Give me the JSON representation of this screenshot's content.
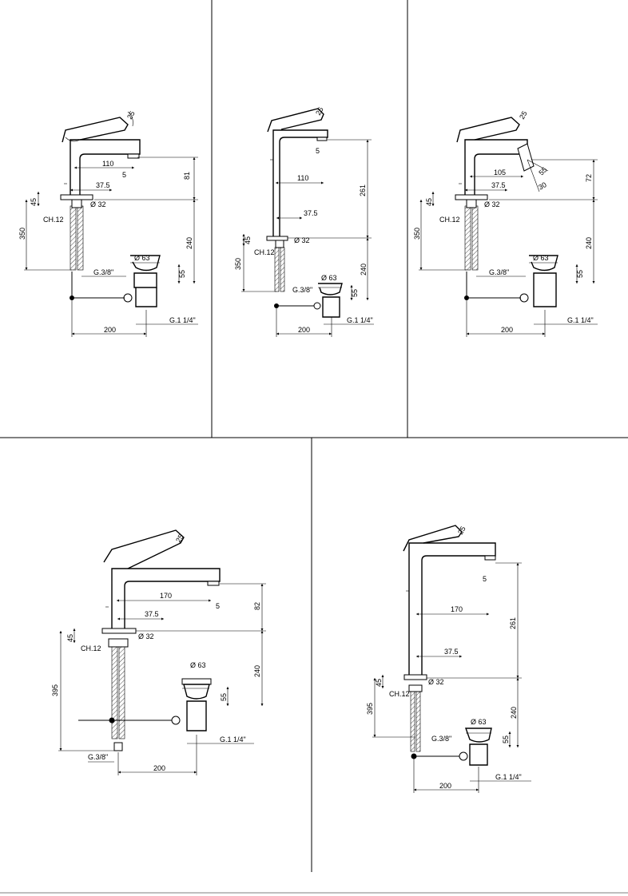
{
  "drawings": [
    {
      "id": "d1",
      "labels": {
        "reach": "110",
        "spout_height": "81",
        "axis_offset": "37.5",
        "deck_thickness": "45",
        "hole_dia": "Ø 32",
        "wrench": "CH.12",
        "supply_length": "350",
        "below_deck": "240",
        "waste_dia": "Ø 63",
        "waste_depth": "55",
        "supply_thread": "G.3/8\"",
        "waste_thread": "G.1 1/4\"",
        "rod_length": "200",
        "lever_angle": "25",
        "aerator_angle": "5"
      }
    },
    {
      "id": "d2",
      "labels": {
        "reach": "110",
        "spout_height": "261",
        "axis_offset": "37.5",
        "deck_thickness": "45",
        "hole_dia": "Ø 32",
        "wrench": "CH.12",
        "supply_length": "350",
        "below_deck": "240",
        "waste_dia": "Ø 63",
        "waste_depth": "55",
        "supply_thread": "G.3/8\"",
        "waste_thread": "G.1 1/4\"",
        "rod_length": "200",
        "lever_angle": "25",
        "aerator_angle": "5"
      }
    },
    {
      "id": "d3",
      "labels": {
        "reach": "105",
        "spout_height": "72",
        "axis_offset": "37.5",
        "deck_thickness": "45",
        "hole_dia": "Ø 32",
        "wrench": "CH.12",
        "supply_length": "350",
        "below_deck": "240",
        "waste_dia": "Ø 63",
        "waste_depth": "55",
        "supply_thread": "G.3/8\"",
        "waste_thread": "G.1 1/4\"",
        "rod_length": "200",
        "lever_angle": "25",
        "swivel_a": "55",
        "swivel_b": "30"
      }
    },
    {
      "id": "d4",
      "labels": {
        "reach": "170",
        "spout_height": "82",
        "axis_offset": "37.5",
        "deck_thickness": "45",
        "hole_dia": "Ø 32",
        "wrench": "CH.12",
        "supply_length": "395",
        "below_deck": "240",
        "waste_dia": "Ø 63",
        "waste_depth": "55",
        "supply_thread": "G.3/8\"",
        "waste_thread": "G.1 1/4\"",
        "rod_length": "200",
        "lever_angle": "25",
        "aerator_angle": "5"
      }
    },
    {
      "id": "d5",
      "labels": {
        "reach": "170",
        "spout_height": "261",
        "axis_offset": "37.5",
        "deck_thickness": "45",
        "hole_dia": "Ø 32",
        "wrench": "CH.12",
        "supply_length": "395",
        "below_deck": "240",
        "waste_dia": "Ø 63",
        "waste_depth": "55",
        "supply_thread": "G.3/8\"",
        "waste_thread": "G.1 1/4\"",
        "rod_length": "200",
        "lever_angle": "25",
        "aerator_angle": "5"
      }
    }
  ]
}
